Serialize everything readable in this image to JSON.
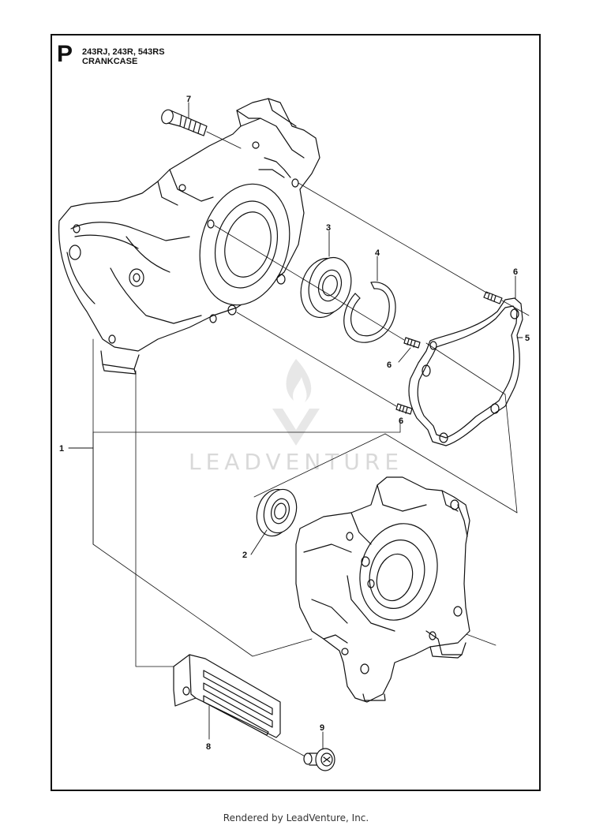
{
  "header": {
    "section_letter": "P",
    "models": "243RJ, 243R, 543RS",
    "title": "CRANKCASE"
  },
  "watermark": {
    "text": "LEADVENTURE",
    "color": "#d9d9d9"
  },
  "callouts": [
    "1",
    "2",
    "3",
    "4",
    "5",
    "6",
    "6",
    "6",
    "7",
    "8",
    "9"
  ],
  "footer": {
    "text": "Rendered by LeadVenture, Inc."
  }
}
